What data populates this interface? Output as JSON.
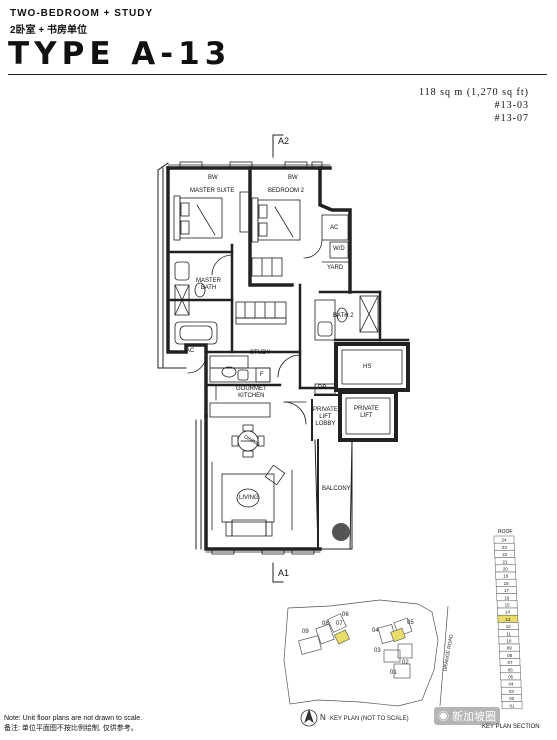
{
  "header": {
    "subtitle": "TWO-BEDROOM + STUDY",
    "subtitle_cn": "2卧室 + 书房单位",
    "title": "TYPE A-13"
  },
  "area": {
    "size": "118 sq m (1,270 sq ft)",
    "units": [
      "#13-03",
      "#13-07"
    ]
  },
  "plan": {
    "section_top": "A2",
    "section_bottom": "A1",
    "bw_labels": [
      "BW",
      "BW"
    ],
    "rooms": {
      "master_suite": "MASTER SUITE",
      "bedroom2": "BEDROOM 2",
      "master_bath": "MASTER\nBATH",
      "ac_top": "AC",
      "wd": "W/D",
      "yard": "YARD",
      "bath2": "BATH 2",
      "ac_left": "AC",
      "study": "STUDY",
      "f": "F",
      "hs": "HS",
      "kitchen": "GOURMET\nKITCHEN",
      "db": "DB",
      "lift_lobby": "PRIVATE\nLIFT\nLOBBY",
      "private_lift": "PRIVATE\nLIFT",
      "dining": "DINING",
      "living": "LIVING",
      "balcony": "BALCONY"
    }
  },
  "keyplan": {
    "units": [
      "09",
      "08",
      "07",
      "06",
      "04",
      "05",
      "03",
      "02",
      "01"
    ],
    "road": "DRANGE ROAD",
    "caption": "KEY PLAN (NOT TO SCALE)",
    "north": "N"
  },
  "section": {
    "roof": "ROOF",
    "floors": [
      "24",
      "23",
      "22",
      "21",
      "20",
      "19",
      "18",
      "17",
      "16",
      "15",
      "14",
      "13",
      "12",
      "11",
      "10",
      "09",
      "08",
      "07",
      "06",
      "05",
      "04",
      "03",
      "02",
      "01"
    ],
    "highlight": "13",
    "caption": "KEY PLAN SECTION"
  },
  "note": {
    "en": "Note: Unit floor plans are not drawn to scale.",
    "cn": "备注: 单位平面图不按比例绘制, 仅供参考。"
  },
  "watermark": "新加坡圈",
  "colors": {
    "highlight": "#e8dc6a",
    "wall": "#222222",
    "thin": "#555555"
  }
}
